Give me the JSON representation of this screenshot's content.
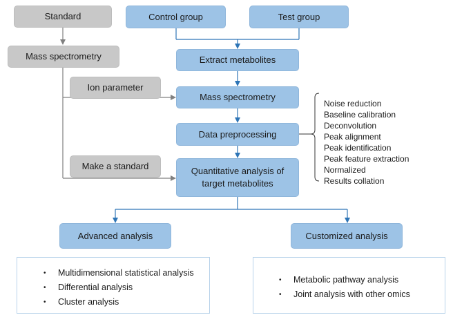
{
  "nodes": {
    "standard": "Standard",
    "mass_spec_left": "Mass spectrometry",
    "ion_parameter": "Ion parameter",
    "make_standard": "Make a standard",
    "control_group": "Control group",
    "test_group": "Test group",
    "extract_metabolites": "Extract metabolites",
    "mass_spec": "Mass spectrometry",
    "data_preprocessing": "Data preprocessing",
    "quant_line1": "Quantitative analysis of",
    "quant_line2": "target metabolites",
    "advanced_analysis": "Advanced analysis",
    "customized_analysis": "Customized analysis"
  },
  "preprocessing_steps": [
    "Noise reduction",
    "Baseline calibration",
    "Deconvolution",
    "Peak alignment",
    "Peak identification",
    "Peak feature extraction",
    "Normalized",
    "Results collation"
  ],
  "advanced_items": [
    "Multidimensional statistical analysis",
    "Differential analysis",
    "Cluster analysis"
  ],
  "customized_items": [
    "Metabolic pathway analysis",
    "Joint analysis with other omics"
  ],
  "bullet": "•",
  "colors": {
    "blue_box": "#9dc3e6",
    "gray_box": "#c8c8c8",
    "blue_line": "#2e75b6",
    "gray_line": "#808080"
  }
}
